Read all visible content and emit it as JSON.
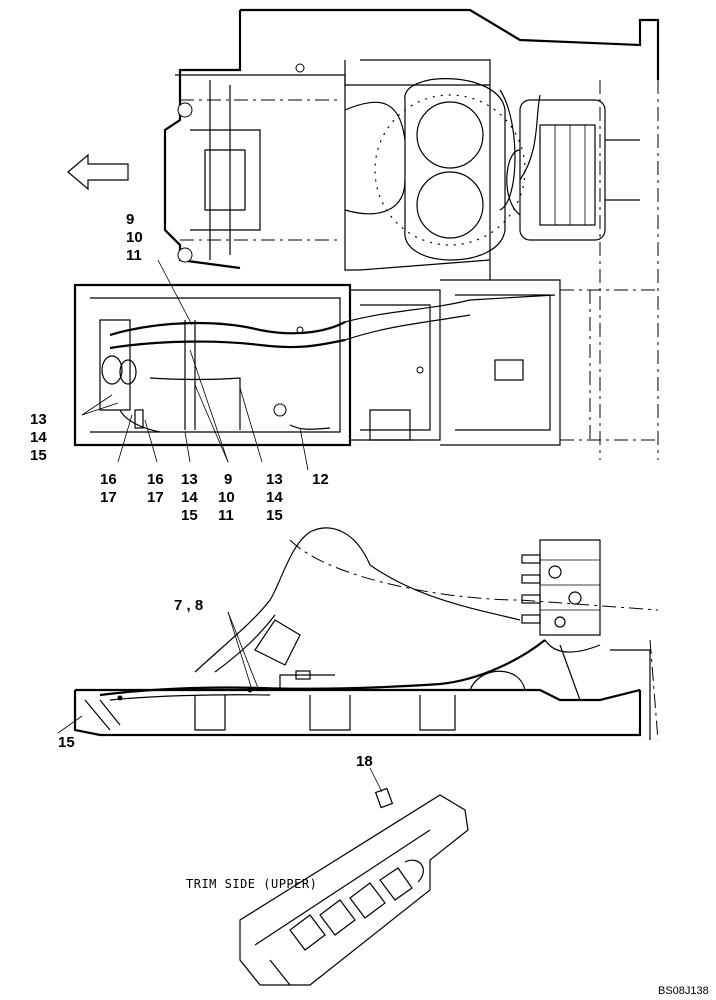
{
  "diagram": {
    "callouts": {
      "c_9_10_11_top": [
        "9",
        "10",
        "11"
      ],
      "c_13_14_15_left": [
        "13",
        "14",
        "15"
      ],
      "c_16_17_a": [
        "16",
        "17"
      ],
      "c_16_17_b": [
        "16",
        "17"
      ],
      "c_13_14_15_mid": [
        "13",
        "14",
        "15"
      ],
      "c_9_10_11_bottom": [
        "9",
        "10",
        "11"
      ],
      "c_13_14_15_right": [
        "13",
        "14",
        "15"
      ],
      "c_12": "12",
      "c_7_8": "7 , 8",
      "c_15": "15",
      "c_18": "18"
    },
    "view_caption": "TRIM SIDE (UPPER)",
    "drawing_ref": "BS08J138"
  }
}
